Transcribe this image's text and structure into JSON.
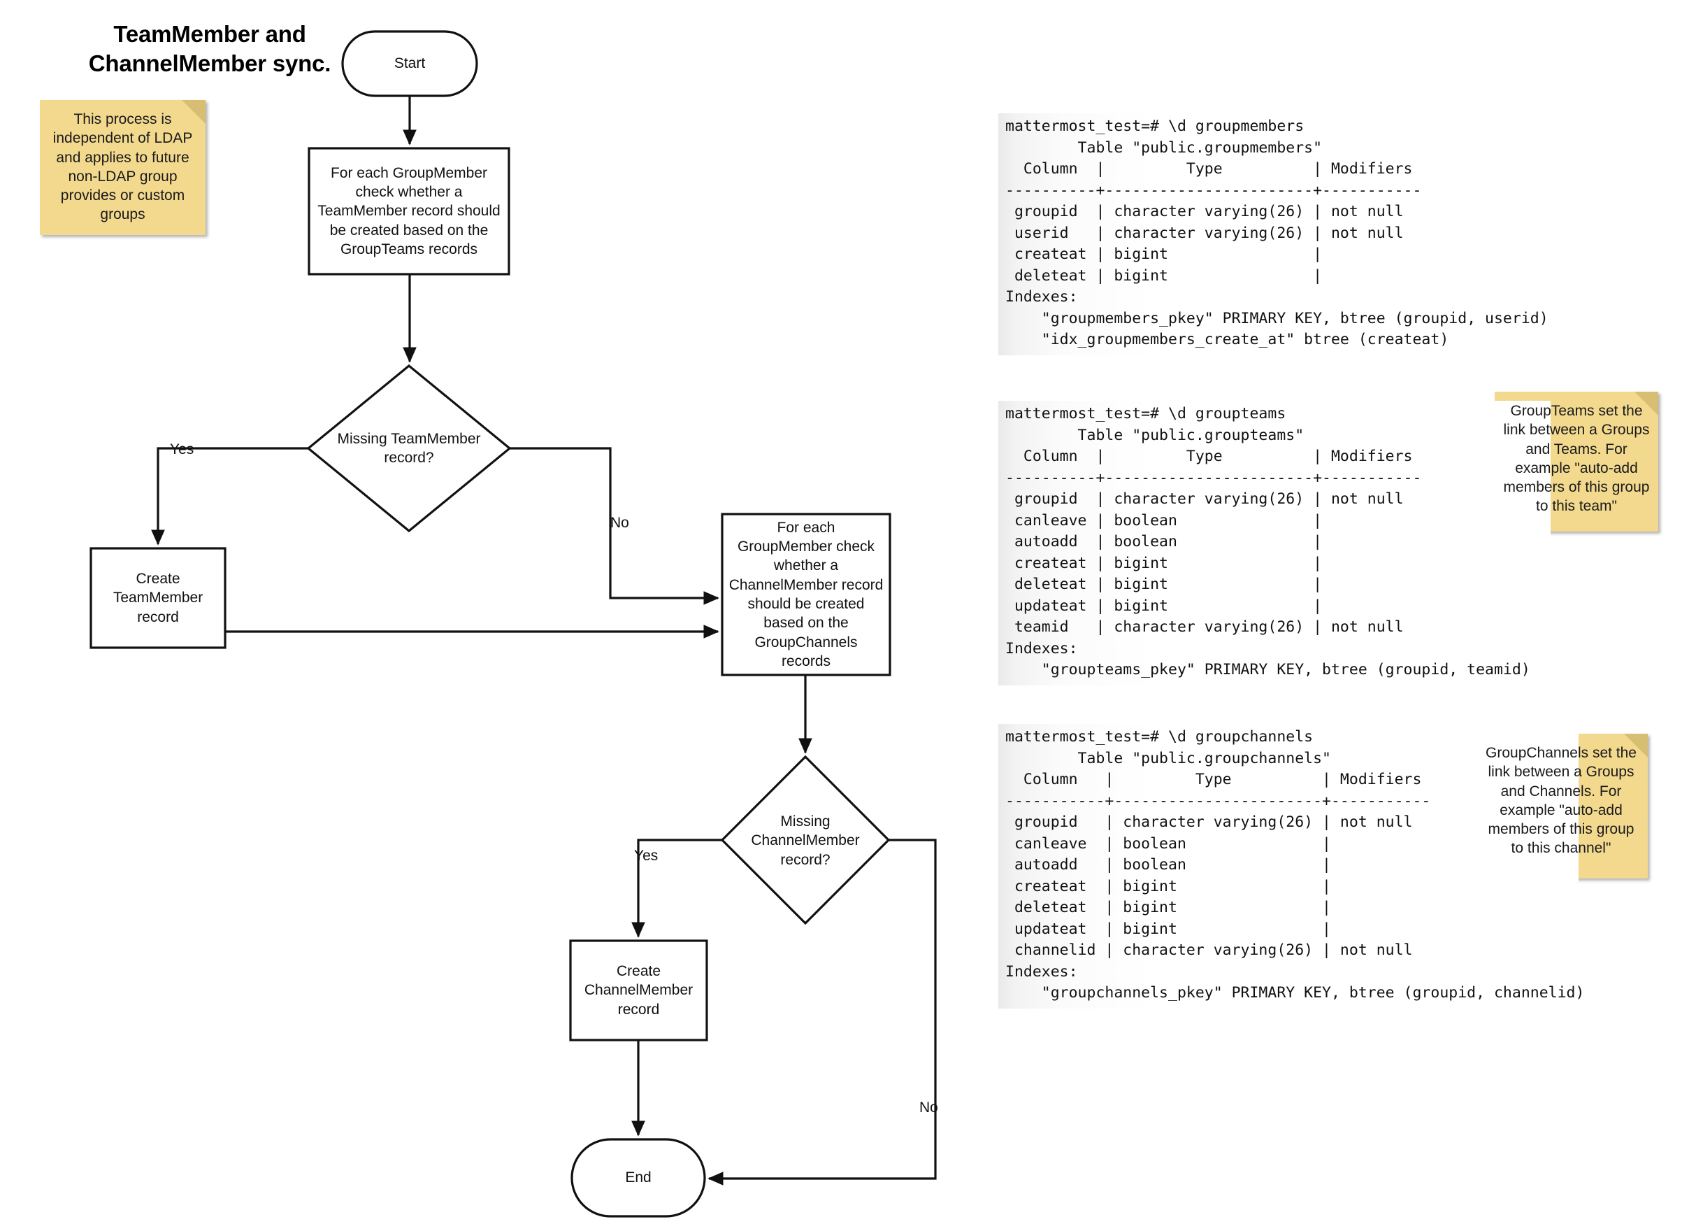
{
  "title": {
    "line1": "TeamMember and",
    "line2": "ChannelMember sync."
  },
  "flowchart": {
    "nodes": {
      "start": "Start",
      "for_each_groupmember_team": "For each GroupMember\ncheck whether a\nTeamMember record should\nbe created based on the\nGroupTeams records",
      "missing_teammember": "Missing TeamMember\nrecord?",
      "create_teammember": "Create\nTeamMember\nrecord",
      "for_each_groupmember_channel": "For each\nGroupMember check\nwhether a\nChannelMember record\nshould be created\nbased on the\nGroupChannels\nrecords",
      "missing_channelmember": "Missing\nChannelMember\nrecord?",
      "create_channelmember": "Create\nChannelMember\nrecord",
      "end": "End"
    },
    "edge_labels": {
      "team_yes": "Yes",
      "team_no": "No",
      "channel_yes": "Yes",
      "channel_no": "No"
    }
  },
  "notes": [
    {
      "id": "ldap-note",
      "text": "This process is independent of LDAP and applies to future non-LDAP group provides or custom groups"
    },
    {
      "id": "groupteams-note",
      "text": "GroupTeams set the link between a Groups and Teams. For example \"auto-add members of this group to this team\""
    },
    {
      "id": "groupchannels-note",
      "text": "GroupChannels set the link between a Groups and Channels. For example \"auto-add members of this group to this channel\""
    }
  ],
  "terminals": [
    {
      "id": "groupmembers",
      "text": "mattermost_test=# \\d groupmembers\n        Table \"public.groupmembers\"\n  Column  |         Type          | Modifiers\n----------+-----------------------+-----------\n groupid  | character varying(26) | not null\n userid   | character varying(26) | not null\n createat | bigint                |\n deleteat | bigint                |\nIndexes:\n    \"groupmembers_pkey\" PRIMARY KEY, btree (groupid, userid)\n    \"idx_groupmembers_create_at\" btree (createat)"
    },
    {
      "id": "groupteams",
      "text": "mattermost_test=# \\d groupteams\n        Table \"public.groupteams\"\n  Column  |         Type          | Modifiers\n----------+-----------------------+-----------\n groupid  | character varying(26) | not null\n canleave | boolean               |\n autoadd  | boolean               |\n createat | bigint                |\n deleteat | bigint                |\n updateat | bigint                |\n teamid   | character varying(26) | not null\nIndexes:\n    \"groupteams_pkey\" PRIMARY KEY, btree (groupid, teamid)"
    },
    {
      "id": "groupchannels",
      "text": "mattermost_test=# \\d groupchannels\n        Table \"public.groupchannels\"\n  Column   |         Type          | Modifiers\n-----------+-----------------------+-----------\n groupid   | character varying(26) | not null\n canleave  | boolean               |\n autoadd   | boolean               |\n createat  | bigint                |\n deleteat  | bigint                |\n updateat  | bigint                |\n channelid | character varying(26) | not null\nIndexes:\n    \"groupchannels_pkey\" PRIMARY KEY, btree (groupid, channelid)"
    }
  ],
  "colors": {
    "sticky": "#F2D98E",
    "sticky_fold": "#D8BE72",
    "stroke": "#111111",
    "background": "#FFFFFF"
  }
}
